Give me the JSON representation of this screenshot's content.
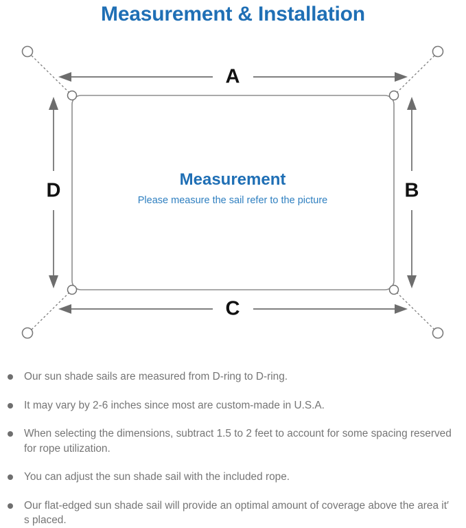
{
  "page": {
    "title": "Measurement & Installation",
    "title_color": "#1f6fb5",
    "background_color": "#ffffff"
  },
  "diagram": {
    "center": {
      "heading": "Measurement",
      "subheading": "Please measure the sail refer to the picture",
      "heading_color": "#1f6fb5",
      "subheading_color": "#2e7fc0"
    },
    "dimension_labels": {
      "top": "A",
      "right": "B",
      "bottom": "C",
      "left": "D"
    },
    "line_color": "#8d8d8d",
    "arrow_color": "#6d6d6d",
    "label_color": "#111111",
    "d_ring_count": 4,
    "anchor_point_count": 4
  },
  "notes": [
    "Our sun shade sails are measured from D-ring to D-ring.",
    "It may vary by 2-6 inches since most are custom-made in U.S.A.",
    "When selecting the dimensions, subtract 1.5 to 2 feet to account for some spacing reserved for rope utilization.",
    "You can adjust the sun shade sail with the included rope.",
    "Our flat-edged sun shade sail will provide an optimal amount of coverage above the area it′ s placed."
  ],
  "notes_color": "#757575"
}
